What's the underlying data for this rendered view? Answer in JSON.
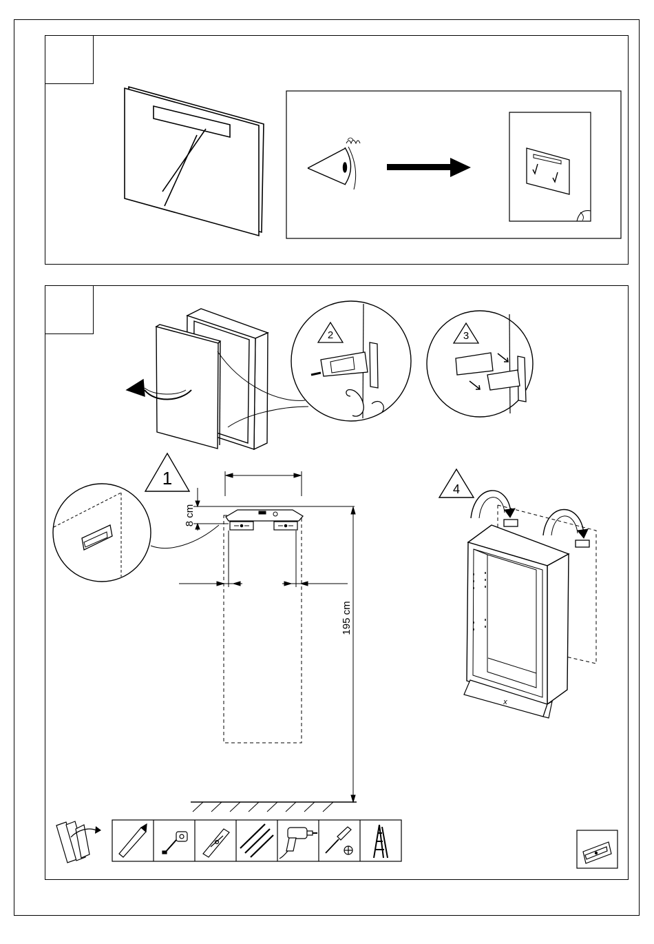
{
  "panel1": {
    "step_box_label": "",
    "inspect_icon": "eye-inspection-icon",
    "arrow_icon": "right-arrow-icon",
    "approved_icon": "mirror-checked-icon"
  },
  "panel2": {
    "step_box_label": "",
    "steps": {
      "s1": "1",
      "s2": "2",
      "s3": "3",
      "s4": "4"
    },
    "dims": {
      "bracket_offset": "8 cm",
      "floor_height": "195 cm"
    },
    "cabinet_mark": "x",
    "tools": [
      "pencil-icon",
      "tape-measure-icon",
      "spirit-level-icon",
      "drill-bits-icon",
      "power-drill-icon",
      "phillips-screwdriver-icon",
      "ladder-icon"
    ],
    "parts_icon": "unpack-parts-icon",
    "hardware_icon": "mounting-bracket-icon"
  }
}
